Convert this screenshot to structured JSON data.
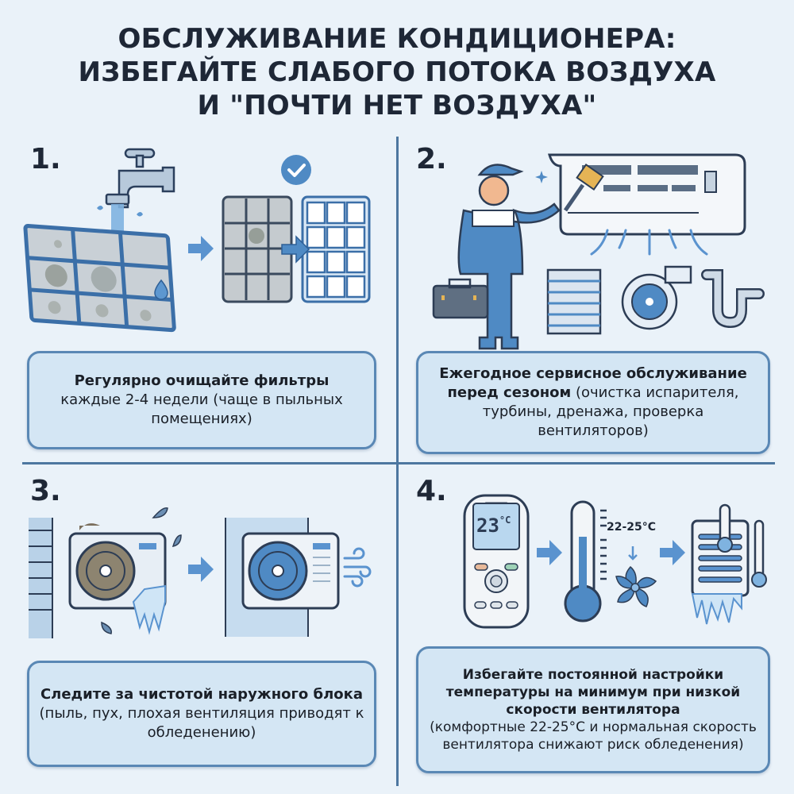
{
  "title": {
    "line1": "ОБСЛУЖИВАНИЕ КОНДИЦИОНЕРА:",
    "line2": "ИЗБЕГАЙТЕ СЛАБОГО ПОТОКА ВОЗДУХА",
    "line3": "И \"ПОЧТИ НЕТ ВОЗДУХА\""
  },
  "colors": {
    "background": "#eaf2f9",
    "accent_blue": "#4f8ac4",
    "box_fill": "#d4e6f4",
    "box_border": "#5a88b5",
    "divider": "#4d77a0",
    "text_dark": "#1e2736"
  },
  "sections": [
    {
      "number": "1.",
      "bold": "Регулярно очищайте фильтры",
      "text": "каждые 2-4 недели (чаще в пыльных помещениях)",
      "icons": [
        "faucet-icon",
        "dirty-filter-icon",
        "arrow-right-icon",
        "clean-filter-icon",
        "checkmark-icon",
        "water-drop-icon"
      ]
    },
    {
      "number": "2.",
      "bold": "Ежегодное сервисное обслуживание перед сезоном",
      "text": "(очистка испарителя, турбины, дренажа, проверка вентиляторов)",
      "icons": [
        "technician-icon",
        "toolbox-icon",
        "brush-icon",
        "indoor-ac-unit-icon",
        "evaporator-coil-icon",
        "turbine-fan-icon",
        "drain-pipe-icon"
      ]
    },
    {
      "number": "3.",
      "bold": "Следите за чистотой наружного блока",
      "text": "(пыль, пух, плохая вентиляция приводят к обледенению)",
      "icons": [
        "dirty-outdoor-unit-icon",
        "leaf-icon",
        "ice-icon",
        "arrow-right-icon",
        "clean-outdoor-unit-icon",
        "wind-icon"
      ]
    },
    {
      "number": "4.",
      "bold": "Избегайте постоянной настройки температуры на минимум при низкой скорости вентилятора",
      "text": "(комфортные 22-25°C и нормальная скорость вентилятора снижают риск обледенения)",
      "icons": [
        "remote-control-icon",
        "thermometer-icon",
        "fan-icon",
        "frozen-coil-icon"
      ],
      "remote_display": "23",
      "remote_unit": "°C",
      "temp_range_label": "22-25°C"
    }
  ]
}
